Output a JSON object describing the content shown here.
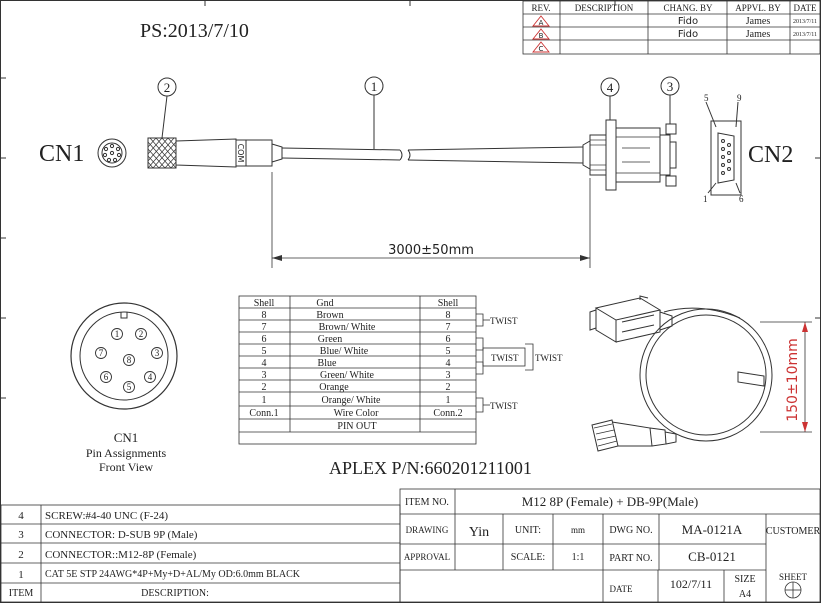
{
  "header": {
    "ps_label": "PS:2013/7/10"
  },
  "revision_table": {
    "headers": [
      "REV.",
      "DESCRIPTION",
      "CHANG. BY",
      "APPVL. BY",
      "DATE"
    ],
    "rows": [
      {
        "rev": "A",
        "description": "",
        "chang_by": "Fido",
        "appvl_by": "James",
        "date": "2013/7/11"
      },
      {
        "rev": "B",
        "description": "",
        "chang_by": "Fido",
        "appvl_by": "James",
        "date": "2013/7/11"
      },
      {
        "rev": "C",
        "description": "",
        "chang_by": "",
        "appvl_by": "",
        "date": ""
      }
    ]
  },
  "drawing": {
    "cn1_label": "CN1",
    "cn2_label": "CN2",
    "callout_1": "1",
    "callout_2": "2",
    "callout_3": "3",
    "callout_4": "4",
    "length_dimension": "3000±50mm",
    "connector_mark": "COM",
    "db9_pin_5": "5",
    "db9_pin_9": "9",
    "db9_pin_1": "1",
    "db9_pin_6": "6",
    "coil_dimension": "150±10mm"
  },
  "pin_diagram": {
    "pins": [
      "1",
      "2",
      "3",
      "4",
      "5",
      "6",
      "7",
      "8"
    ],
    "title": "CN1",
    "caption_1": "Pin Assignments",
    "caption_2": "Front View"
  },
  "pin_table": {
    "header": [
      "Shell",
      "Gnd",
      "Shell"
    ],
    "rows": [
      {
        "conn1": "8",
        "color": "Brown",
        "conn2": "8"
      },
      {
        "conn1": "7",
        "color": "Brown/ White",
        "conn2": "7"
      },
      {
        "conn1": "6",
        "color": "Green",
        "conn2": "6"
      },
      {
        "conn1": "5",
        "color": "Blue/ White",
        "conn2": "5"
      },
      {
        "conn1": "4",
        "color": "Blue",
        "conn2": "4"
      },
      {
        "conn1": "3",
        "color": "Green/ White",
        "conn2": "3"
      },
      {
        "conn1": "2",
        "color": "Orange",
        "conn2": "2"
      },
      {
        "conn1": "1",
        "color": "Orange/ White",
        "conn2": "1"
      }
    ],
    "footer": [
      "Conn.1",
      "Wire Color",
      "Conn.2"
    ],
    "title": "PIN OUT",
    "twist_labels": [
      "TWIST",
      "TWIST",
      "TWIST",
      "TWIST"
    ]
  },
  "part_number": "APLEX P/N:660201211001",
  "bom": {
    "items": [
      {
        "num": "4",
        "desc": "SCREW:#4-40 UNC (F-24)"
      },
      {
        "num": "3",
        "desc": "CONNECTOR: D-SUB 9P (Male)"
      },
      {
        "num": "2",
        "desc": "CONNECTOR::M12-8P (Female)"
      },
      {
        "num": "1",
        "desc": "CAT 5E STP 24AWG*4P+My+D+AL/My   OD:6.0mm   BLACK"
      }
    ],
    "header_item": "ITEM",
    "header_desc": "DESCRIPTION:"
  },
  "title_block": {
    "item_no_label": "ITEM NO.",
    "item_no_value": "M12 8P (Female) + DB-9P(Male)",
    "drawing_label": "DRAWING",
    "drawing_value": "Yin",
    "unit_label": "UNIT:",
    "unit_value": "mm",
    "dwg_no_label": "DWG NO.",
    "dwg_no_value": "MA-0121A",
    "customer_label": "CUSTOMER",
    "approval_label": "APPROVAL",
    "scale_label": "SCALE:",
    "scale_value": "1:1",
    "part_no_label": "PART NO.",
    "part_no_value": "CB-0121",
    "date_label": "DATE",
    "date_value": "102/7/11",
    "size_label": "SIZE",
    "size_value": "A4",
    "sheet_label": "SHEET"
  }
}
